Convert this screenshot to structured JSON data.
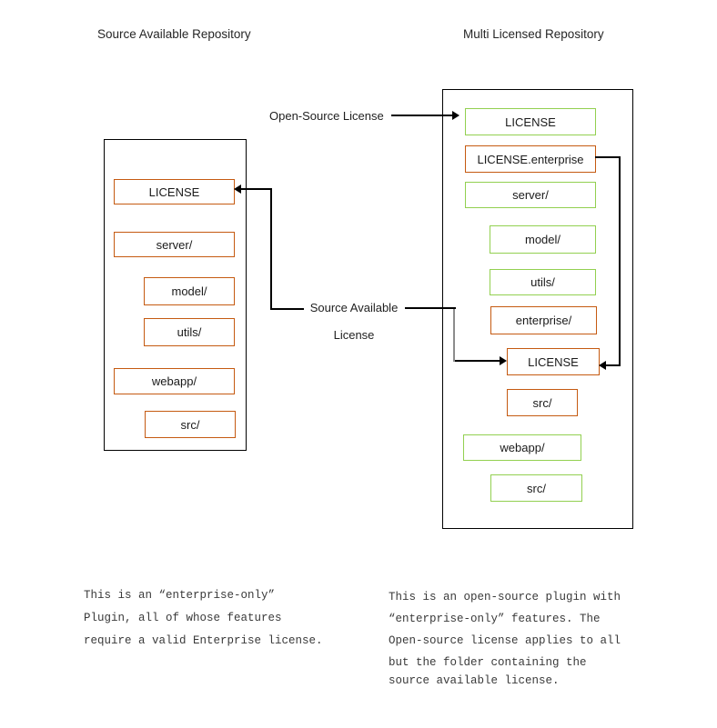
{
  "left_repo": {
    "title": "Source Available Repository",
    "items": [
      {
        "label": "LICENSE",
        "license": "source-available"
      },
      {
        "label": "server/",
        "license": "source-available"
      },
      {
        "label": "model/",
        "license": "source-available"
      },
      {
        "label": "utils/",
        "license": "source-available"
      },
      {
        "label": "webapp/",
        "license": "source-available"
      },
      {
        "label": "src/",
        "license": "source-available"
      }
    ]
  },
  "right_repo": {
    "title": "Multi Licensed Repository",
    "items": [
      {
        "label": "LICENSE",
        "license": "open-source"
      },
      {
        "label": "LICENSE.enterprise",
        "license": "source-available"
      },
      {
        "label": "server/",
        "license": "open-source"
      },
      {
        "label": "model/",
        "license": "open-source"
      },
      {
        "label": "utils/",
        "license": "open-source"
      },
      {
        "label": "enterprise/",
        "license": "source-available"
      },
      {
        "label": "LICENSE",
        "license": "source-available"
      },
      {
        "label": "src/",
        "license": "source-available"
      },
      {
        "label": "webapp/",
        "license": "open-source"
      },
      {
        "label": "src/",
        "license": "open-source"
      }
    ]
  },
  "annotations": {
    "open_source_license": "Open-Source License",
    "source_available_line1": "Source Available",
    "source_available_line2": "License"
  },
  "notes": {
    "left": {
      "lines": [
        "This is an “enterprise-only”",
        "Plugin, all of whose features",
        "require a valid Enterprise license."
      ]
    },
    "right": {
      "lines": [
        "This is an open-source plugin with",
        "“enterprise-only” features. The",
        "Open-source license applies to all",
        "but the folder containing the",
        "source available license."
      ]
    }
  },
  "colors": {
    "open_source_green": "#92D050",
    "source_available_orange": "#C55A11",
    "connector_black": "#000000",
    "connector_gray": "#8C8C8C"
  }
}
